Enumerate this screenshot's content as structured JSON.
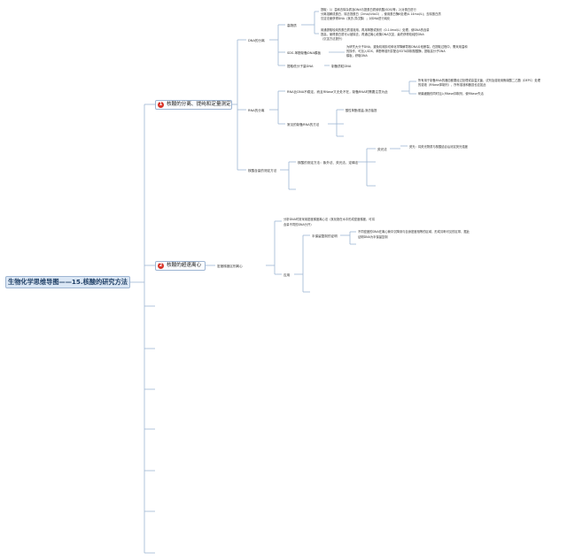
{
  "root": {
    "title": "生物化学思维导图——15.核酸的研究方法"
  },
  "branches": [
    {
      "num": "1",
      "label": "核酸的分离、提纯和定量测定",
      "nodes": {
        "dna_separation": "DNA的分离",
        "high_mw": "高物质",
        "high_mw_desc_1": "提取：1）温和去除杂质及DNA与提蛋白质使机酸(SDS)等；2)对蛋白进行",
        "high_mw_desc_2": "分离溶解成蛋白，除去提蛋白（2mol/LNaCl），使用蛋白酶K处理(0.14mol/L)；去除蛋白质",
        "high_mw_desc_3": "沉淀法使获得DNA（氯仿-异戊醇）；对DNA进行纯化",
        "high_mw_desc_4": "用通提取较纯的蛋白质溶液用，再用苯酚或氯仿（0.14mol/L）处理，使DNA的含量",
        "high_mw_desc_5": "提高，使得蛋白质可以被除去，再通过离心收集DNA沉淀，最终获得较纯的DNA",
        "high_mw_desc_6": "（沉淀方法提升）",
        "sds_method": "SDS-苯酚制备DNA模板",
        "sds_desc_1": "为研究大分子DNA，避免机械剪切和化学降解导致DNA片段断裂，在提取过程中，需采用温和",
        "sds_desc_2": "的操作，可加入SDS、苯酚等溶剂并配合EDTA抑制核酸酶，提取高分子DNA",
        "sds_desc_3": "模板，获取DNA",
        "low_mw": "提取低分子量DNA",
        "low_mw_desc": "制备质粒DNA",
        "rna_separation": "RNA的分离",
        "rna_reagent": "RNA比DNA不稳定，而且RNase又无处不在，制备RNA时需要注意为此",
        "rna_reagent_desc_1": "所有用于制备RNA的器皿都要经过处理或高温灭菌，试剂及溶液用焦碳酸二乙酯（DEPC）处理",
        "rna_reagent_desc_2": "的溶液（RNase抑制剂），所有溶液和器皿也应如此",
        "rna_reagent_desc_3": "研磨细胞的同时加入RNase抑制剂，使RNase失活",
        "rna_common": "常见的制备RNA的方法",
        "rna_common_desc": "酸性苯酚/胍盐-氯仿抽提",
        "quant": "核酸含量的测定方法",
        "quant_methods": "核酸的测定方法：紫外法、荧光法、定磷法",
        "fluor": "荧光法",
        "fluor_desc": "荧光：将荧光物质与核酸结合后测定荧光强度"
      }
    },
    {
      "num": "2",
      "label": "核酸的超速离心",
      "nodes": {
        "gradient": "密度梯度区别离心",
        "gradient_desc_1": "分析DNA时常采用密度梯度离心法（氯化铯在水中形成密度梯度，可将",
        "gradient_desc_2": "含量不同的DNA分开）",
        "application": "应用",
        "semi_conservative": "半保留复制的证明",
        "semi_desc_1": "不同密度的DNA在离心管中沉降到与自身密度相等的区域，形成清晰可见的区带，据此",
        "semi_desc_2": "证明DNA为半保留复制"
      }
    }
  ]
}
